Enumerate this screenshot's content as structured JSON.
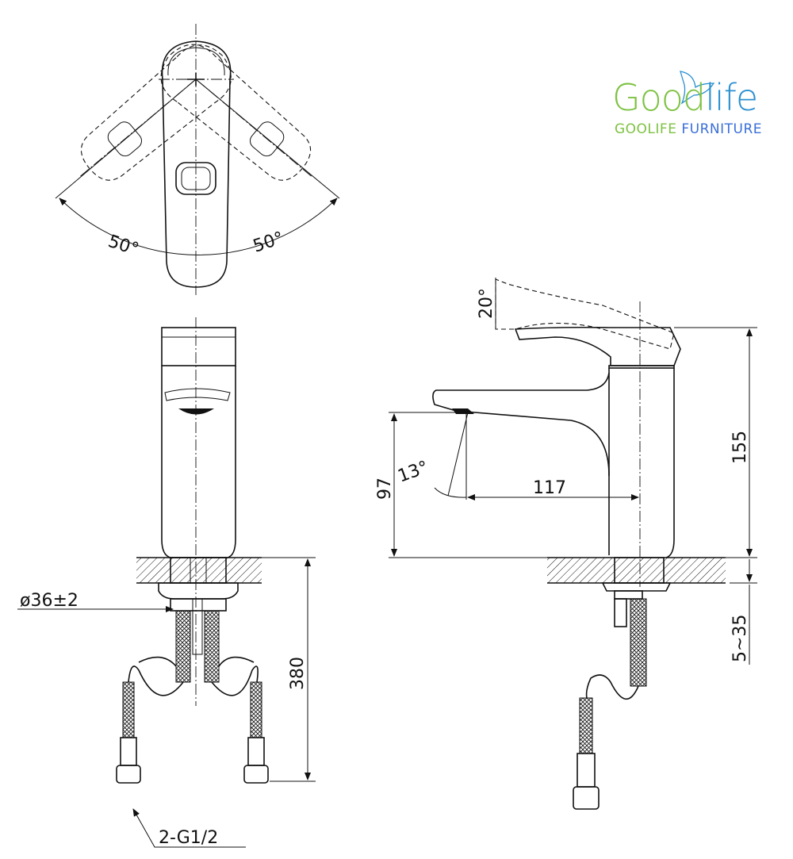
{
  "logo": {
    "word_green": "Good",
    "word_blue": "life",
    "sub_green": "GOOLIFE",
    "sub_blue": "FURNITURE",
    "green": "#7dc242",
    "blue": "#3a6fd8",
    "bird_color": "#2a8fd0"
  },
  "dimensions": {
    "angle_left": "50°",
    "angle_right": "50°",
    "handle_tilt": "20°",
    "spout_angle": "13°",
    "height_total": "155",
    "spout_height": "97",
    "spout_reach": "117",
    "deck_thickness": "5~35",
    "hose_length": "380",
    "hole_diameter": "ø36±2",
    "connector": "2-G1/2"
  }
}
